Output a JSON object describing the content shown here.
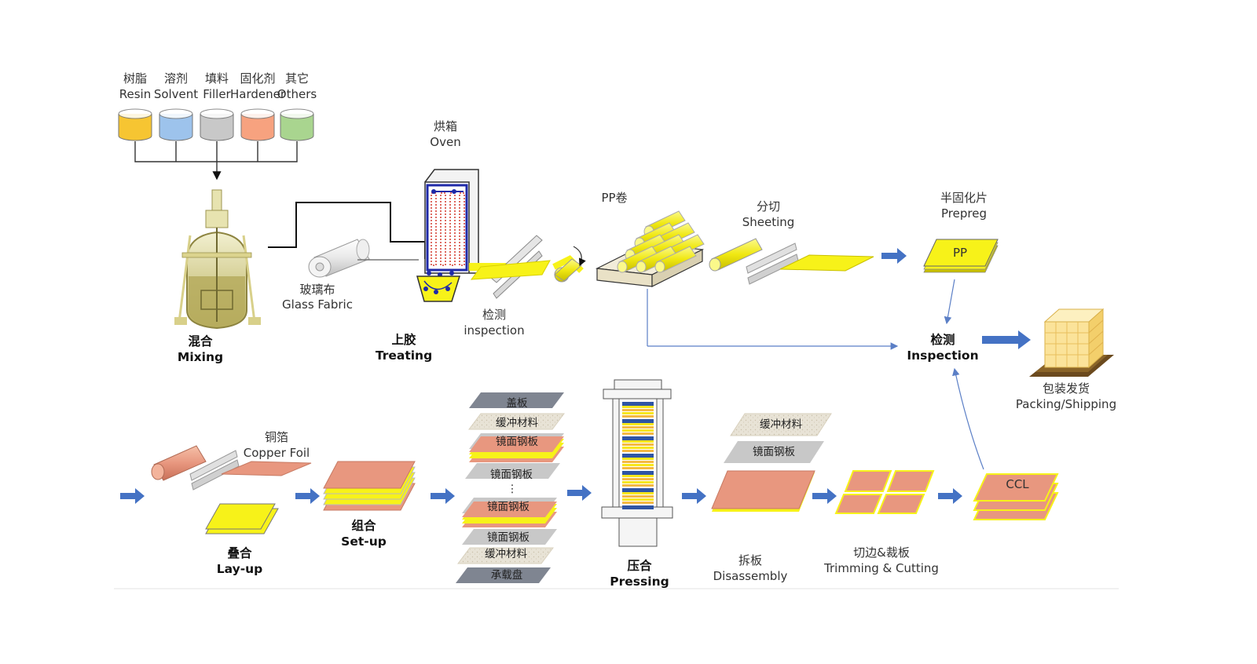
{
  "materials": [
    {
      "zh": "树脂",
      "en": "Resin",
      "color": "#f6c532"
    },
    {
      "zh": "溶剂",
      "en": "Solvent",
      "color": "#9dc3ec"
    },
    {
      "zh": "填料",
      "en": "Filler",
      "color": "#c8c8c8"
    },
    {
      "zh": "固化剂",
      "en": "Hardener",
      "color": "#f7a27f"
    },
    {
      "zh": "其它",
      "en": "Others",
      "color": "#a9d58f"
    }
  ],
  "oven": {
    "zh": "烘箱",
    "en": "Oven"
  },
  "mixing": {
    "zh": "混合",
    "en": "Mixing"
  },
  "glass_fabric": {
    "zh": "玻璃布",
    "en": "Glass Fabric"
  },
  "treating": {
    "zh": "上胶",
    "en": "Treating"
  },
  "inspection_small": {
    "zh": "检测",
    "en": "inspection"
  },
  "pp_roll": "PP卷",
  "sheeting": {
    "zh": "分切",
    "en": "Sheeting"
  },
  "prepreg": {
    "zh": "半固化片",
    "en": "Prepreg",
    "tag": "PP"
  },
  "inspection": {
    "zh": "检测",
    "en": "Inspection"
  },
  "packing": {
    "zh": "包装发货",
    "en": "Packing/Shipping"
  },
  "copper_foil": {
    "zh": "铜箔",
    "en": "Copper Foil"
  },
  "layup": {
    "zh": "叠合",
    "en": "Lay-up"
  },
  "setup": {
    "zh": "组合",
    "en": "Set-up"
  },
  "stack_plates": {
    "cover": "盖板",
    "buffer": "缓冲材料",
    "mirror": "镜面钢板",
    "dots": "⋮",
    "carrier": "承载盘"
  },
  "pressing": {
    "zh": "压合",
    "en": "Pressing"
  },
  "disassembly": {
    "zh": "拆板",
    "en": "Disassembly",
    "buffer": "缓冲材料",
    "mirror": "镜面钢板"
  },
  "trimming": {
    "zh": "切边&裁板",
    "en": "Trimming & Cutting"
  },
  "ccl": "CCL",
  "colors": {
    "arrow": "#4472c4",
    "yellow": "#f7f219",
    "copper": "#e8977f",
    "line_blue": "#5b7fc6"
  }
}
